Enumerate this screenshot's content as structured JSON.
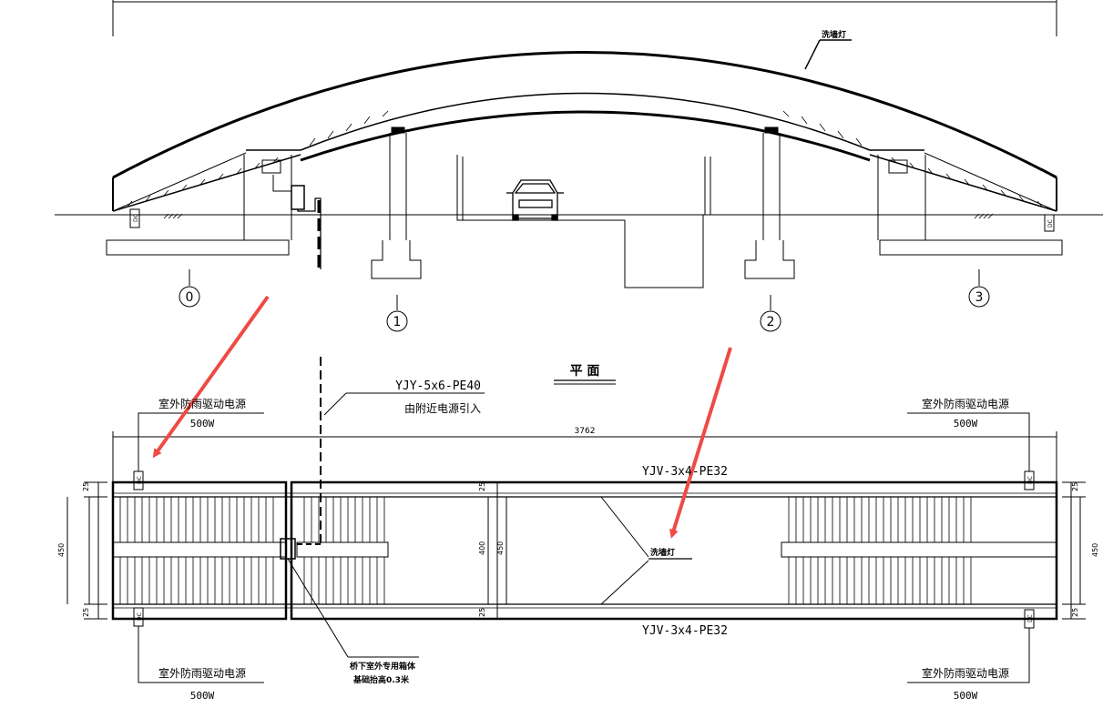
{
  "elevation": {
    "wall_light_label": "洗墙灯",
    "dc_label": "DC",
    "axis_labels": [
      "0",
      "1",
      "2",
      "3"
    ]
  },
  "plan": {
    "title": "平  面",
    "feed_cable": "YJY-5x6-PE40",
    "feed_source": "由附近电源引入",
    "driver_power_label": "室外防雨驱动电源",
    "driver_power_watt": "500W",
    "overall_dim": "3762",
    "cable_top": "YJV-3x4-PE32",
    "cable_bottom": "YJV-3x4-PE32",
    "wall_light_label": "洗墙灯",
    "box_label_1": "桥下室外专用箱体",
    "box_label_2": "基础抬高0.3米",
    "dims": {
      "edge_25": "25",
      "width_450": "450",
      "width_400": "400"
    },
    "dc_label": "DC"
  },
  "colors": {
    "line": "#000000",
    "arrow": "#ef4a45"
  }
}
